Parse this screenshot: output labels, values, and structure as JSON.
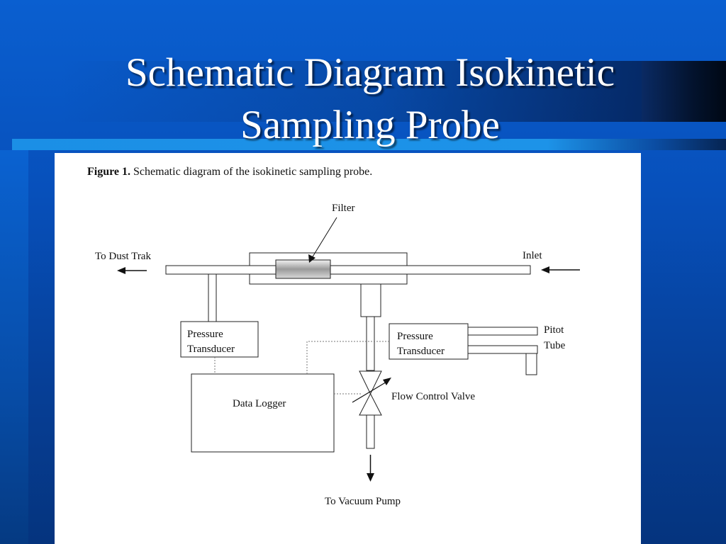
{
  "slide": {
    "title_line1": "Schematic Diagram Isokinetic",
    "title_line2": "Sampling Probe"
  },
  "figure": {
    "caption_bold": "Figure 1.",
    "caption_text": " Schematic diagram of the isokinetic sampling probe.",
    "labels": {
      "filter": "Filter",
      "to_dust_trak": "To Dust Trak",
      "inlet": "Inlet",
      "pressure_transducer_left_1": "Pressure",
      "pressure_transducer_left_2": "Transducer",
      "pressure_transducer_right_1": "Pressure",
      "pressure_transducer_right_2": "Transducer",
      "pitot_1": "Pitot",
      "pitot_2": "Tube",
      "data_logger": "Data Logger",
      "flow_control_valve": "Flow Control Valve",
      "to_vacuum_pump": "To Vacuum Pump"
    }
  }
}
